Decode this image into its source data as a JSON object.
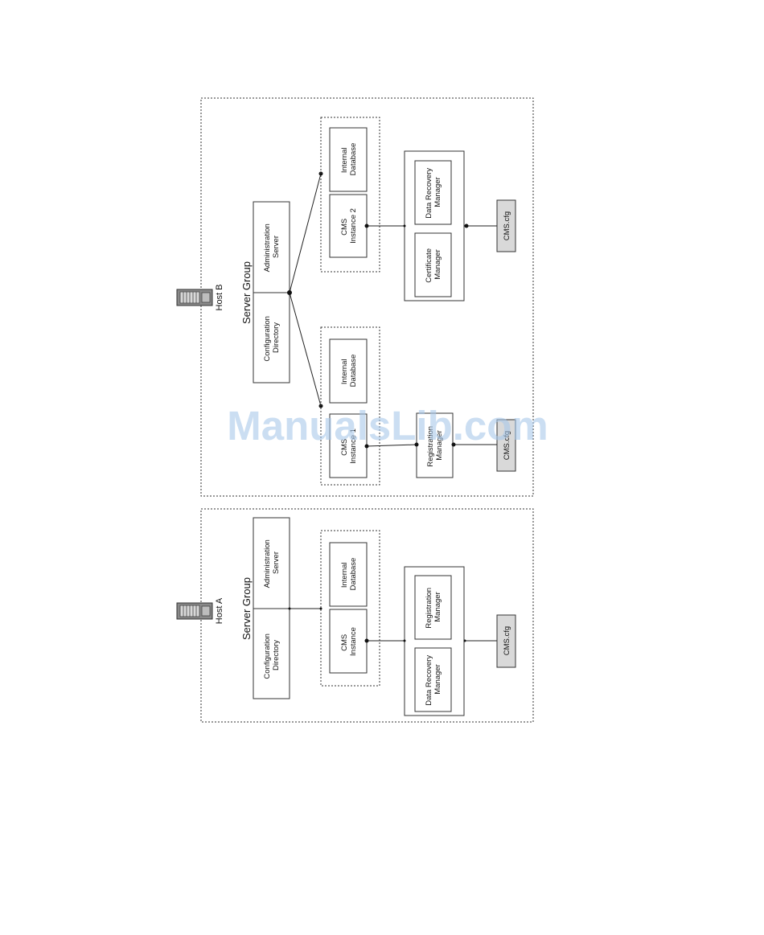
{
  "watermark": "ManualsLib.com",
  "host_b": {
    "host_label": "Host B",
    "server_group_label": "Server Group",
    "configuration_directory": [
      "Configuration",
      "Directory"
    ],
    "administration_server": [
      "Administration",
      "Server"
    ],
    "cms_top": {
      "instance": [
        "CMS",
        "Instance 2"
      ],
      "internal_database": [
        "Internal",
        "Database"
      ],
      "certificate_manager": [
        "Certificate",
        "Manager"
      ],
      "data_recovery_manager": [
        "Data Recovery",
        "Manager"
      ],
      "config_file": "CMS.cfg"
    },
    "cms_bottom": {
      "instance": [
        "CMS",
        "Instance 1"
      ],
      "internal_database": [
        "Internal",
        "Database"
      ],
      "registration_manager": [
        "Registration",
        "Manager"
      ],
      "config_file": "CMS.cfg"
    }
  },
  "host_a": {
    "host_label": "Host A",
    "server_group_label": "Server Group",
    "configuration_directory": [
      "Configuration",
      "Directory"
    ],
    "administration_server": [
      "Administration",
      "Server"
    ],
    "cms": {
      "instance": [
        "CMS",
        "Instance"
      ],
      "internal_database": [
        "Internal",
        "Database"
      ],
      "registration_manager": [
        "Registration",
        "Manager"
      ],
      "data_recovery_manager": [
        "Data Recovery",
        "Manager"
      ],
      "config_file": "CMS.cfg"
    }
  }
}
